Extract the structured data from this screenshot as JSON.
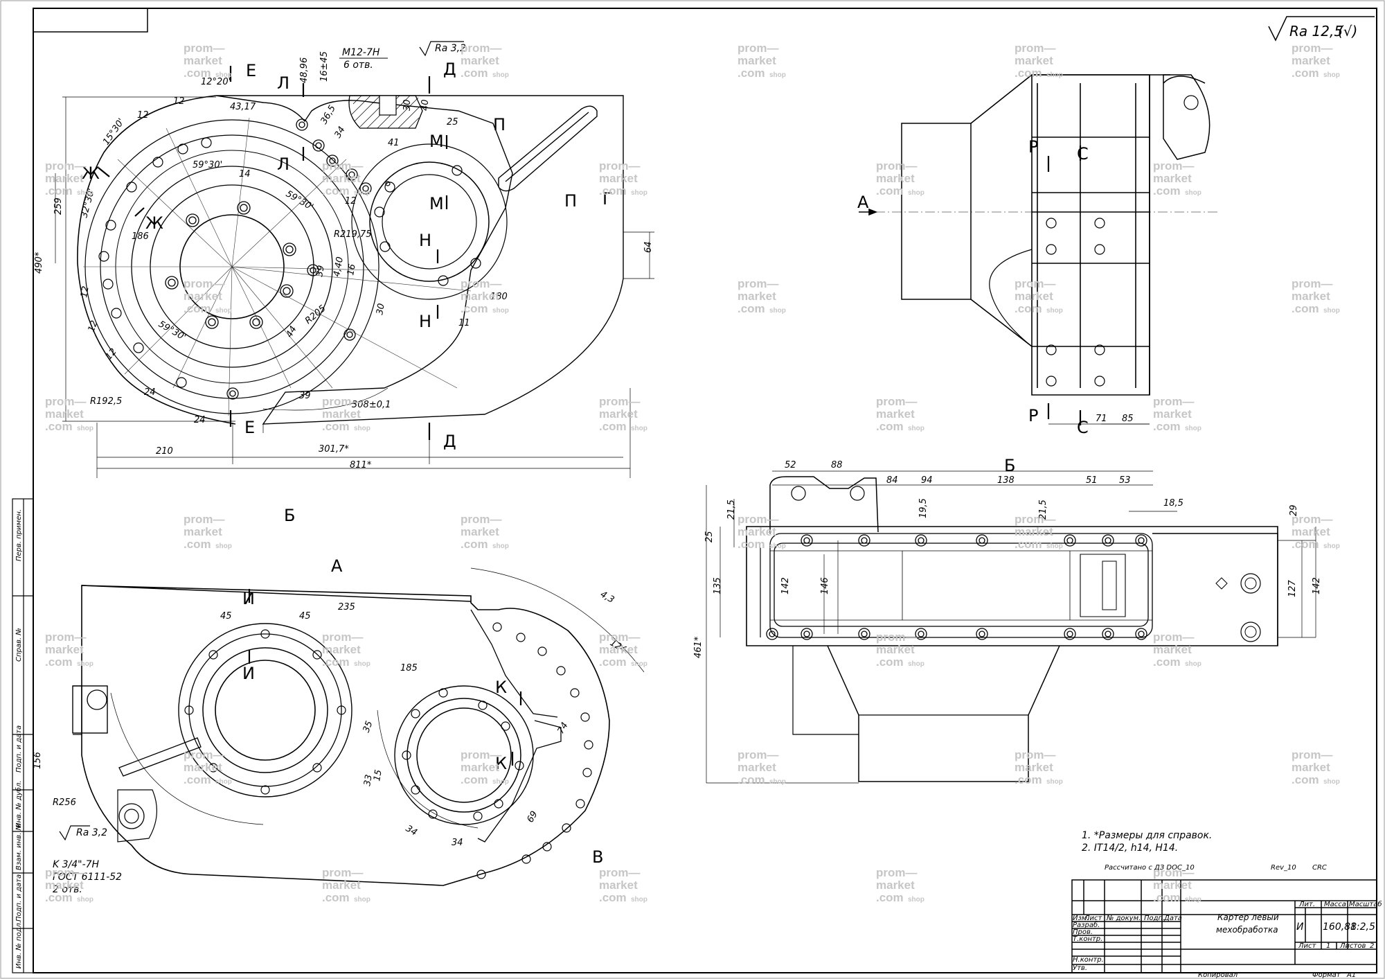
{
  "roughness": {
    "corner": "Ra 12,5",
    "corner_suffix": "(√)",
    "local": "Ra 3,2",
    "local2": "Ra 3,2"
  },
  "thread_note": {
    "spec": "M12-7H",
    "count": "6 отв."
  },
  "thread_note2": {
    "spec": "K 3/4\"-7H",
    "std": "ГОСТ 6111-52",
    "count": "2 отв."
  },
  "section_letters": {
    "e": "Е",
    "d": "Д",
    "l": "Л",
    "zh": "Ж",
    "m": "М",
    "n": "Н",
    "p": "П",
    "g": "Г",
    "a": "А",
    "b": "Б",
    "r": "Р",
    "s": "С",
    "i": "И",
    "k": "К",
    "v": "В"
  },
  "dims_view1": {
    "d490": "490*",
    "d259": "259",
    "d186": "186",
    "d210": "210",
    "d3017": "301,7*",
    "d811": "811*",
    "r1925": "R192,5",
    "r21975": "R219,75",
    "r205": "R205",
    "d308": "308±0,1",
    "d64": "64",
    "d180": "180",
    "d11": "11",
    "d39": "39",
    "d39b": "39",
    "d44": "44",
    "d16": "16",
    "d14": "14",
    "d30": "30",
    "d24": "24",
    "d24b": "24",
    "d12": "12",
    "d12b": "12",
    "d12c": "12",
    "d12d": "12",
    "d12e": "12",
    "d12f": "12",
    "a1220": "12°20'",
    "a1530": "15°30'",
    "a3230": "32°30'",
    "a5930": "59°30'",
    "a5930b": "59°30'",
    "a5930c": "59°30'",
    "d4317": "43,17",
    "d4896": "48,96",
    "d1645": "16±45",
    "d365": "36,5",
    "d34": "34",
    "d25": "25",
    "d41": "41",
    "d30b": "30",
    "d40": "40",
    "d440": "4,40"
  },
  "dims_view_b": {
    "d52": "52",
    "d88": "88",
    "d84": "84",
    "d94": "94",
    "d138": "138",
    "d51": "51",
    "d53": "53",
    "d185": "18,5",
    "d215": "21,5",
    "d215b": "21,5",
    "d195": "19,5",
    "d25": "25",
    "d29": "29",
    "d135": "135",
    "d142": "142",
    "d146": "146",
    "d127": "127",
    "d142b": "142",
    "d461": "461*"
  },
  "dims_view_a": {
    "d45": "45",
    "d45b": "45",
    "d235": "235",
    "d185": "185",
    "d43": "4,3",
    "d124": "124",
    "d35": "35",
    "d15": "15",
    "d33": "33",
    "d34": "34",
    "d34b": "34",
    "d69": "69",
    "d156": "156",
    "r256": "R256",
    "d74": "74"
  },
  "dims_view_side": {
    "d71": "71",
    "d85": "85"
  },
  "notes": [
    "1. *Размеры для справок.",
    "2. IT14/2, h14, H14."
  ],
  "stamp_note": {
    "text": "Рассчитано с ДЗ DOC_10",
    "rev": "Rev_10",
    "crc": "CRC"
  },
  "title_block": {
    "part_name_1": "Картер левый",
    "part_name_2": "мехобработка",
    "col_lit": "Лит.",
    "col_mass": "Масса",
    "col_scale": "Масштаб",
    "lit_value": "И",
    "mass_value": "160,88",
    "scale_value": "1:2,5",
    "sheet_label": "Лист",
    "sheet_value": "1",
    "sheets_label": "Листов",
    "sheets_value": "2",
    "copied": "Копировал",
    "format_label": "Формат",
    "format_value": "A1",
    "hdr_izm": "Изм.",
    "hdr_list": "Лист",
    "hdr_doc": "№ докум.",
    "hdr_podp": "Подп.",
    "hdr_data": "Дата",
    "row_razrab": "Разраб.",
    "row_prov": "Пров.",
    "row_tkontr": "Т.контр.",
    "row_nkontr": "Н.контр.",
    "row_utv": "Утв."
  },
  "left_strip": [
    "Перв. примен.",
    "Справ. №",
    "Подп. и дата",
    "Инв. № дубл.",
    "Взам. инв. №",
    "Подп. и дата",
    "Инв. № подл."
  ],
  "watermark": {
    "line1": "prom—",
    "line2": "market",
    "line3": ".com",
    "sub": "shop"
  }
}
